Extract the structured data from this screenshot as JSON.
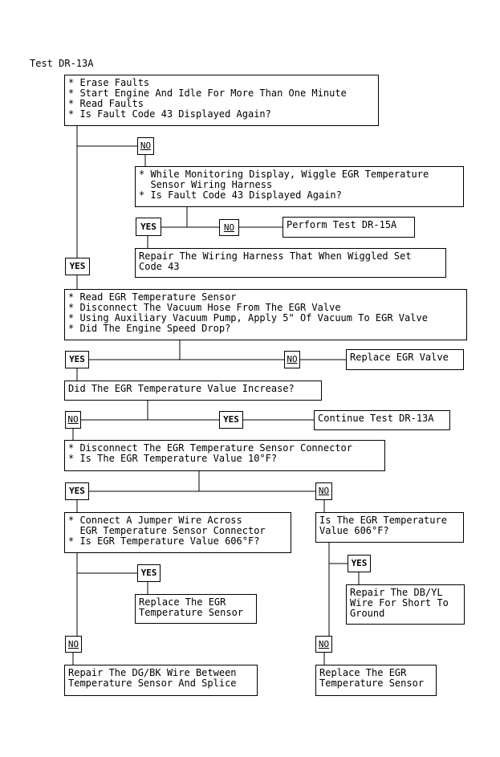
{
  "title": "Test DR-13A",
  "yes": "YES",
  "no": "NO",
  "steps": {
    "s1": [
      "* Erase Faults",
      "* Start Engine And Idle For More Than One Minute",
      "* Read Faults",
      "* Is Fault Code 43 Displayed Again?"
    ],
    "s2": [
      "* While Monitoring Display, Wiggle EGR Temperature",
      "  Sensor Wiring Harness",
      "* Is Fault Code 43 Displayed Again?"
    ],
    "s2_no": [
      "Perform Test DR-15A"
    ],
    "s2_yes": [
      "Repair The Wiring Harness That When Wiggled Set",
      "Code 43"
    ],
    "s3": [
      "* Read EGR Temperature Sensor",
      "* Disconnect The Vacuum Hose From The EGR Valve",
      "* Using Auxiliary Vacuum Pump, Apply 5\" Of Vacuum To EGR Valve",
      "* Did The Engine Speed Drop?"
    ],
    "s3_no": [
      "Replace EGR Valve"
    ],
    "s4": [
      "Did The EGR Temperature Value Increase?"
    ],
    "s4_yes": [
      "Continue Test DR-13A"
    ],
    "s5": [
      "* Disconnect The EGR Temperature Sensor Connector",
      "* Is The EGR Temperature Value 10°F?"
    ],
    "s6": [
      "* Connect A Jumper Wire Across",
      "  EGR Temperature Sensor Connector",
      "* Is EGR Temperature Value 606°F?"
    ],
    "s6_yes": [
      "Replace The EGR",
      "Temperature Sensor"
    ],
    "s6_no": [
      "Repair The DG/BK Wire Between",
      "Temperature Sensor And Splice"
    ],
    "s7": [
      "Is The EGR Temperature",
      "Value 606°F?"
    ],
    "s7_yes": [
      "Repair The DB/YL",
      "Wire For Short To",
      "Ground"
    ],
    "s7_no": [
      "Replace The EGR",
      "Temperature Sensor"
    ]
  }
}
